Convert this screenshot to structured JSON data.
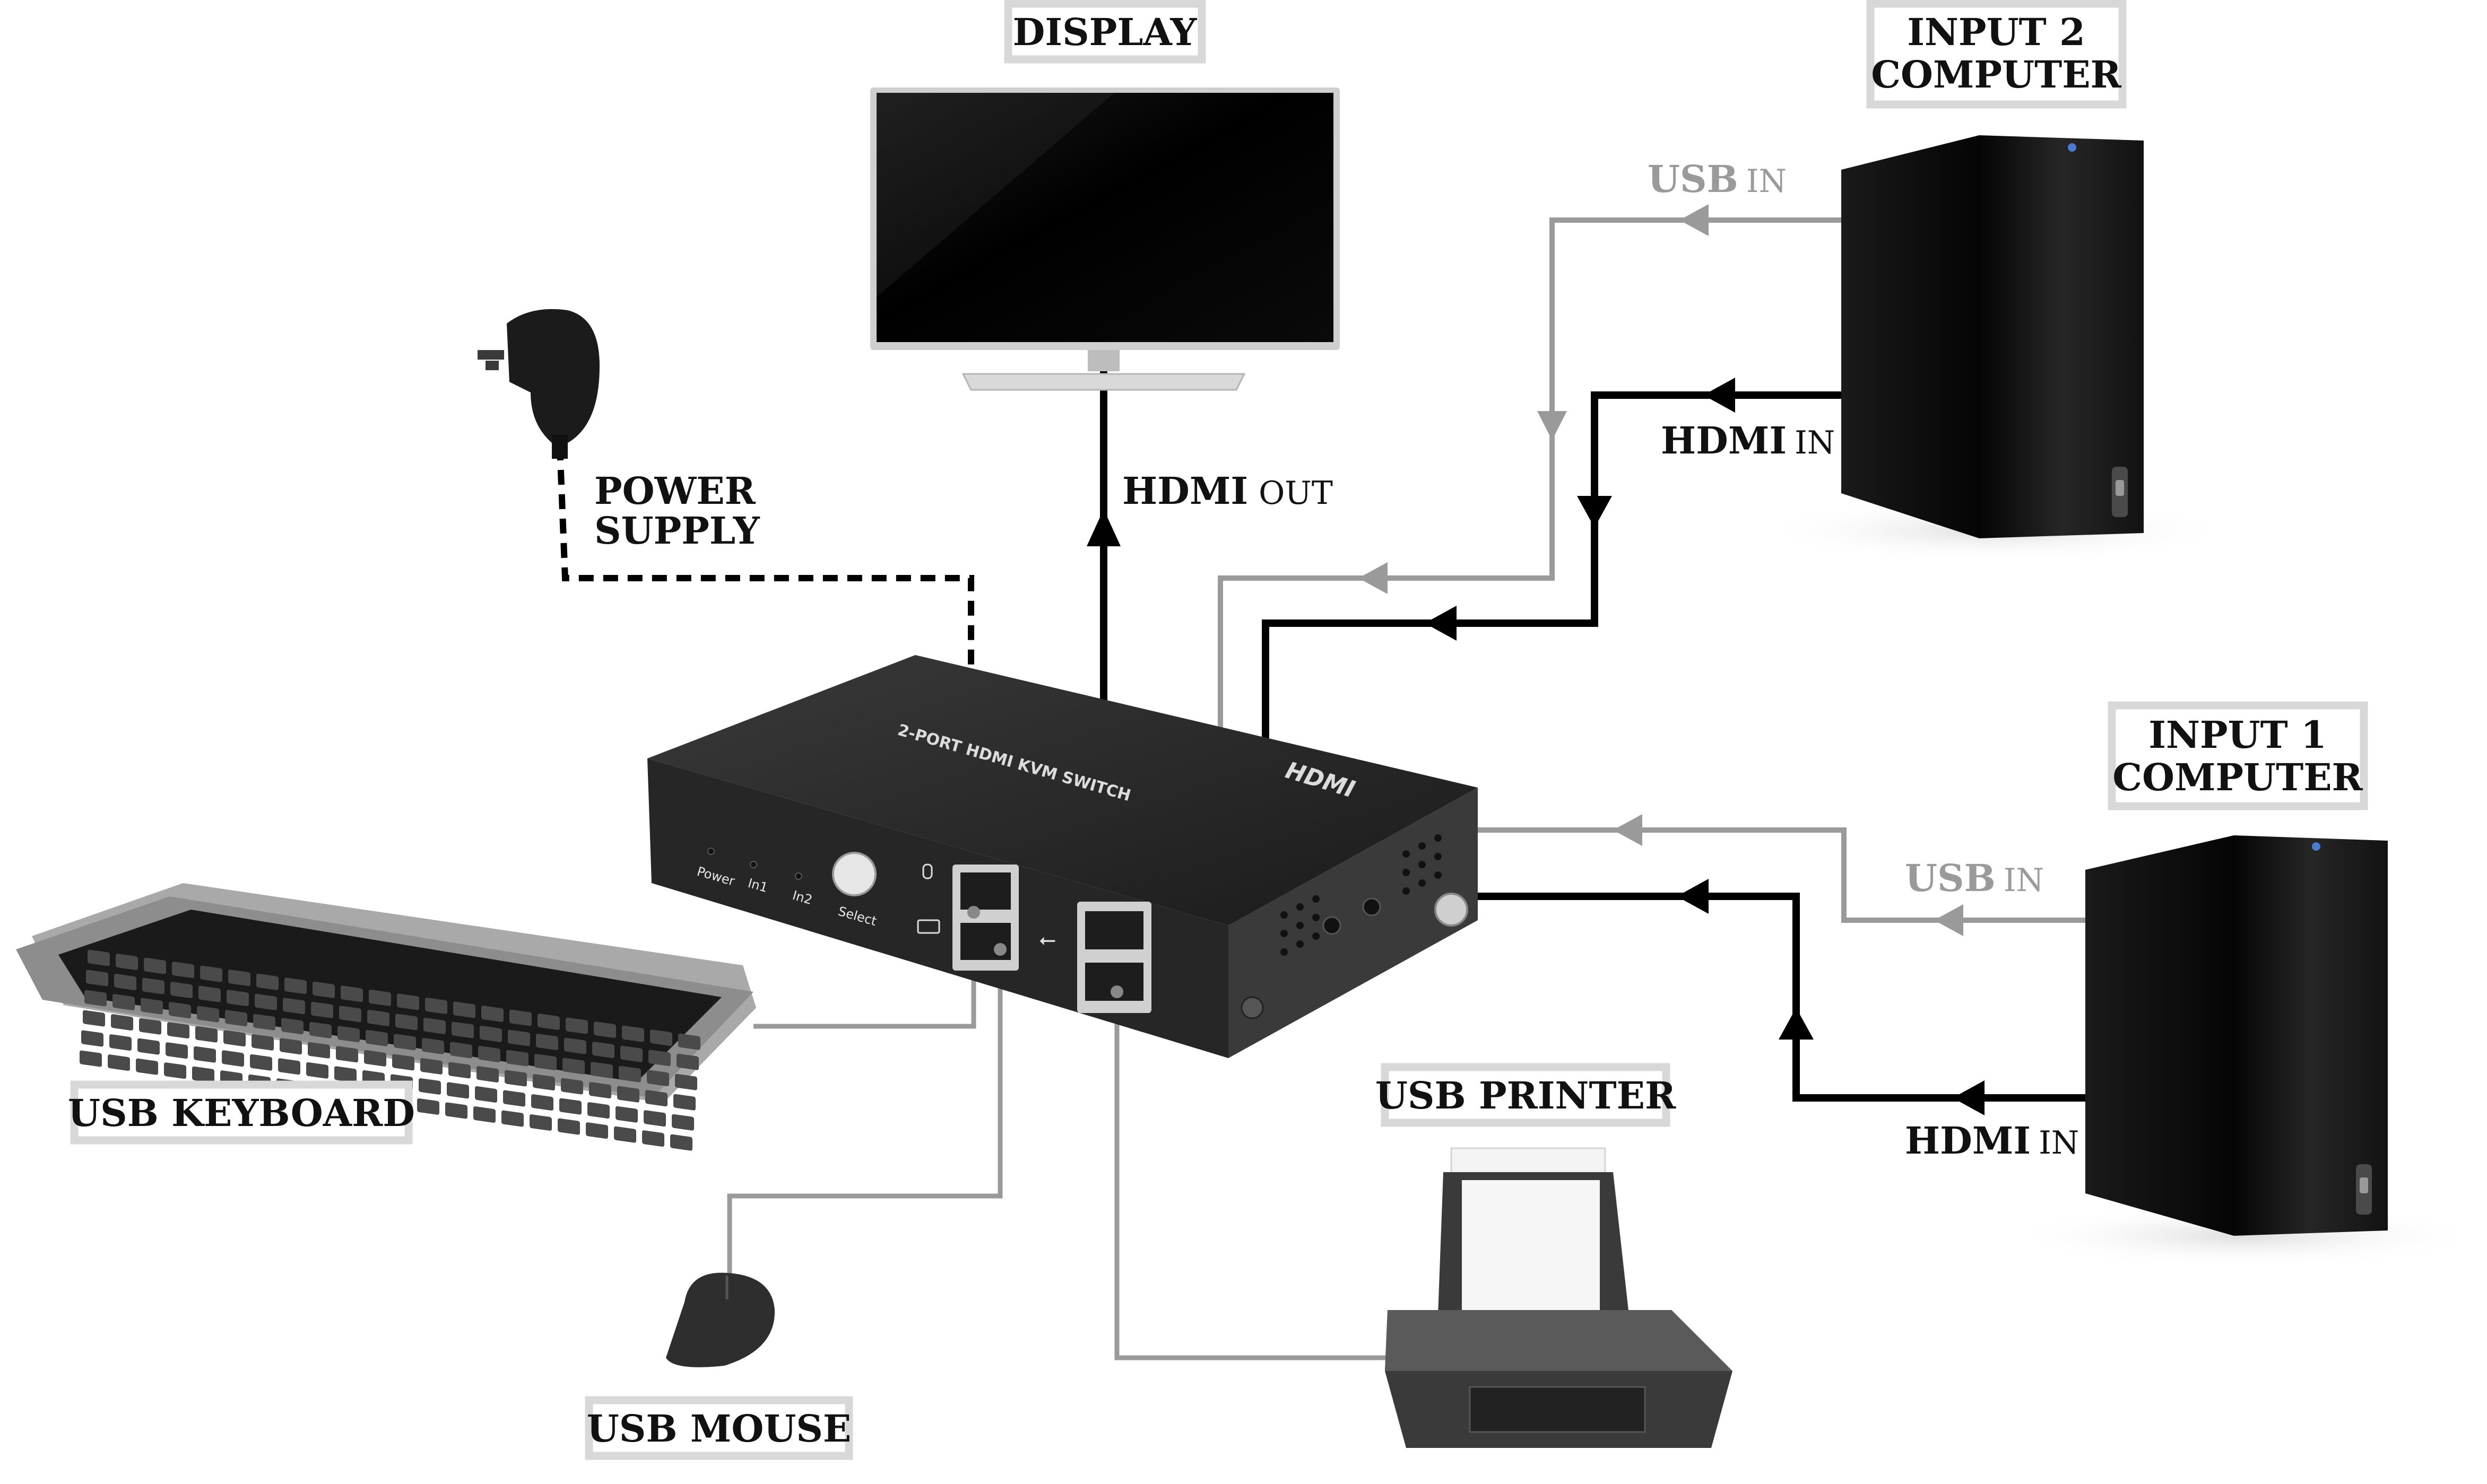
{
  "labels": {
    "display": "DISPLAY",
    "input2_line1": "INPUT 2",
    "input2_line2": "COMPUTER",
    "input1_line1": "INPUT 1",
    "input1_line2": "COMPUTER",
    "power_line1": "POWER",
    "power_line2": "SUPPLY",
    "usb_keyboard": "USB KEYBOARD",
    "usb_mouse": "USB MOUSE",
    "usb_printer": "USB PRINTER"
  },
  "signals": {
    "hdmi_out_main": "HDMI",
    "hdmi_out_sub": "OUT",
    "usb_in2_main": "USB",
    "usb_in2_sub": "IN",
    "hdmi_in2_main": "HDMI",
    "hdmi_in2_sub": "IN",
    "usb_in1_main": "USB",
    "usb_in1_sub": "IN",
    "hdmi_in1_main": "HDMI",
    "hdmi_in1_sub": "IN"
  },
  "device": {
    "top_text": "2-PORT HDMI KVM SWITCH",
    "logo_text": "HDMI",
    "led_power": "Power",
    "led_in1": "In1",
    "led_in2": "In2",
    "select": "Select"
  },
  "colors": {
    "hdmi_cable": "#000000",
    "usb_cable": "#9a9a9a",
    "device_body": "#222222"
  }
}
